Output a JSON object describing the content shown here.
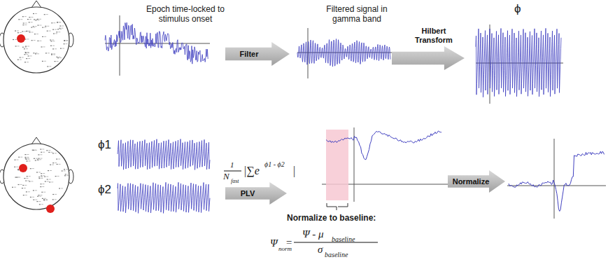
{
  "diagram": {
    "nodes": [
      {
        "text": [
          "Filter"
        ]
      },
      {
        "text": [
          "Hilbert Transform"
        ]
      },
      {
        "text": [
          "PLV"
        ]
      },
      {
        "text": [
          "Normalize"
        ]
      }
    ],
    "labels": [
      "Epoch time-locked to stimulus onset",
      "Filtered signal in gamma band",
      "ϕ",
      "ϕ1",
      "ϕ2",
      "1",
      "N",
      "fast",
      "|∑e",
      "ϕ1 - ϕ2",
      "|",
      "Normalize to baseline:",
      "Ψ",
      "norm",
      "=",
      "Ψ - μ",
      "baseline",
      "σ",
      "baseline"
    ]
  }
}
